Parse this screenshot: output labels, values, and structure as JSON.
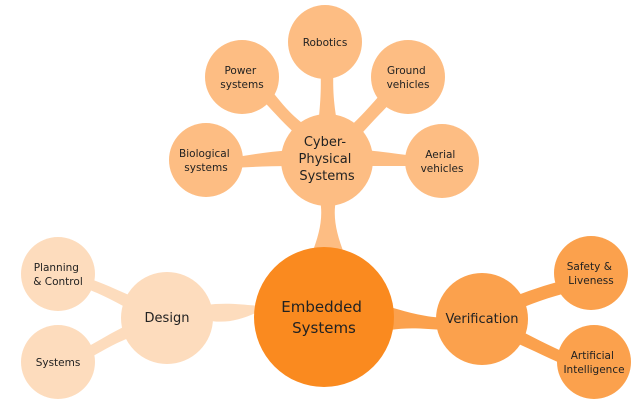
{
  "colors": {
    "center": "#fa8a1f",
    "cps_hub": "#fdbd83",
    "cps_leaf": "#fdbd83",
    "design_hub": "#fddcbd",
    "design_leaf": "#fddcbd",
    "verification_hub": "#fba14d",
    "verification_leaf": "#fba14d",
    "text": "#222222"
  },
  "center": {
    "lines": [
      "Embedded",
      "Systems"
    ]
  },
  "branches": {
    "cps": {
      "hub": [
        "Cyber-",
        "Physical",
        "Systems"
      ],
      "leaves": [
        {
          "key": "robotics",
          "lines": [
            "Robotics"
          ]
        },
        {
          "key": "power-systems",
          "lines": [
            "Power",
            "systems"
          ]
        },
        {
          "key": "ground-vehicles",
          "lines": [
            "Ground",
            "vehicles"
          ]
        },
        {
          "key": "biological-systems",
          "lines": [
            "Biological",
            "systems"
          ]
        },
        {
          "key": "aerial-vehicles",
          "lines": [
            "Aerial",
            "vehicles"
          ]
        }
      ]
    },
    "design": {
      "hub": [
        "Design"
      ],
      "leaves": [
        {
          "key": "planning-control",
          "lines": [
            "Planning",
            "& Control"
          ]
        },
        {
          "key": "systems",
          "lines": [
            "Systems"
          ]
        }
      ]
    },
    "verification": {
      "hub": [
        "Verification"
      ],
      "leaves": [
        {
          "key": "safety-liveness",
          "lines": [
            "Safety &",
            "Liveness"
          ]
        },
        {
          "key": "artificial-intelligence",
          "lines": [
            "Artificial",
            "Intelligence"
          ]
        }
      ]
    }
  }
}
